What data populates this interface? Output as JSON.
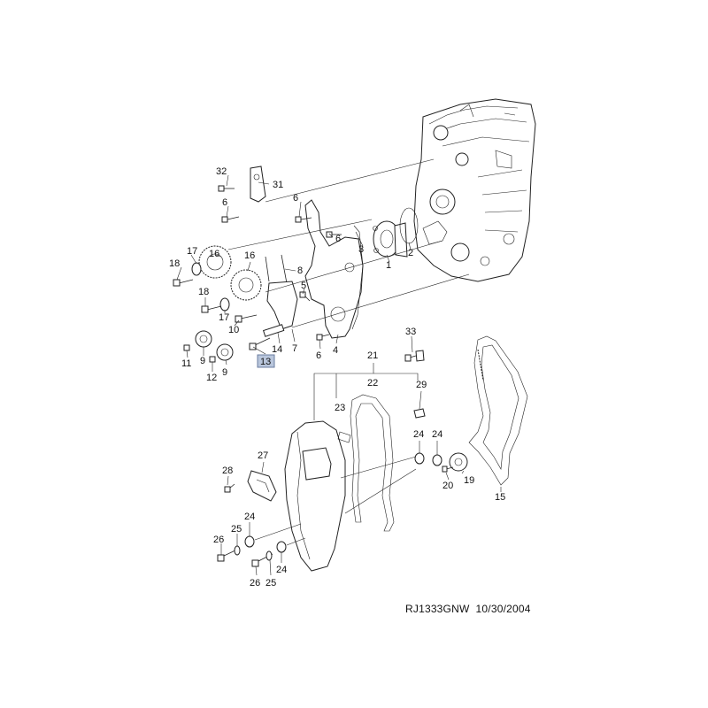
{
  "callouts": [
    {
      "id": "c32",
      "text": "32"
    },
    {
      "id": "c31",
      "text": "31"
    },
    {
      "id": "c6a",
      "text": "6"
    },
    {
      "id": "c6b",
      "text": "6"
    },
    {
      "id": "c6c",
      "text": "6"
    },
    {
      "id": "c17a",
      "text": "17"
    },
    {
      "id": "c16a",
      "text": "16"
    },
    {
      "id": "c18a",
      "text": "18"
    },
    {
      "id": "c16b",
      "text": "16"
    },
    {
      "id": "c8",
      "text": "8"
    },
    {
      "id": "c5",
      "text": "5"
    },
    {
      "id": "c3",
      "text": "3"
    },
    {
      "id": "c1",
      "text": "1"
    },
    {
      "id": "c2",
      "text": "2"
    },
    {
      "id": "c18b",
      "text": "18"
    },
    {
      "id": "c17b",
      "text": "17"
    },
    {
      "id": "c10",
      "text": "10"
    },
    {
      "id": "c11",
      "text": "11"
    },
    {
      "id": "c9a",
      "text": "9"
    },
    {
      "id": "c12",
      "text": "12"
    },
    {
      "id": "c9b",
      "text": "9"
    },
    {
      "id": "c14",
      "text": "14"
    },
    {
      "id": "c7",
      "text": "7"
    },
    {
      "id": "c13",
      "text": "13"
    },
    {
      "id": "c6d",
      "text": "6"
    },
    {
      "id": "c4",
      "text": "4"
    },
    {
      "id": "c33",
      "text": "33"
    },
    {
      "id": "c21",
      "text": "21"
    },
    {
      "id": "c22",
      "text": "22"
    },
    {
      "id": "c29",
      "text": "29"
    },
    {
      "id": "c23",
      "text": "23"
    },
    {
      "id": "c24a",
      "text": "24"
    },
    {
      "id": "c24b",
      "text": "24"
    },
    {
      "id": "c19",
      "text": "19"
    },
    {
      "id": "c20",
      "text": "20"
    },
    {
      "id": "c15",
      "text": "15"
    },
    {
      "id": "c28",
      "text": "28"
    },
    {
      "id": "c27",
      "text": "27"
    },
    {
      "id": "c24c",
      "text": "24"
    },
    {
      "id": "c25a",
      "text": "25"
    },
    {
      "id": "c26a",
      "text": "26"
    },
    {
      "id": "c24d",
      "text": "24"
    },
    {
      "id": "c26b",
      "text": "26"
    },
    {
      "id": "c25b",
      "text": "25"
    }
  ],
  "highlight": {
    "text": "13",
    "color": "#b9c6dc"
  },
  "footer": {
    "reference": "RJ1333GNW  10/30/2004"
  }
}
